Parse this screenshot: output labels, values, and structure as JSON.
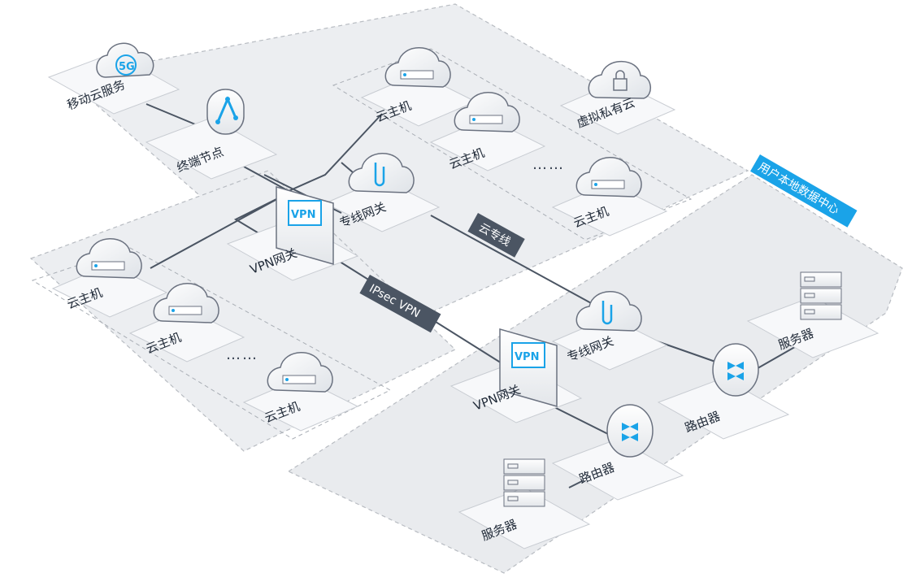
{
  "regions": {
    "user_datacenter": "用户本地数据中心"
  },
  "links": {
    "ipsec_vpn": "IPsec VPN",
    "cloud_line": "云专线"
  },
  "nodes": {
    "mobile_cloud": "移动云服务",
    "terminal_node": "终端节点",
    "cloud_host": "云主机",
    "vpc": "虚拟私有云",
    "line_gateway": "专线网关",
    "vpn_gateway": "VPN网关",
    "router": "路由器",
    "server": "服务器",
    "ellipsis": "……"
  },
  "icons": {
    "vpn_screen_text": "VPN",
    "five_g_text": "5G"
  },
  "colors": {
    "accent": "#1aa3e8",
    "dark_tag": "#4b5563",
    "plate": "#eef0f3",
    "platform": "#e9ebee",
    "line": "#4b5563"
  }
}
